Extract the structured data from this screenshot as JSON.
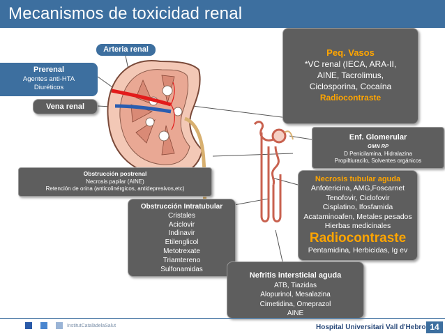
{
  "slide": {
    "title": "Mecanismos de toxicidad renal",
    "page_number": "14"
  },
  "labels": {
    "arteria_renal": "Arteria renal",
    "vena_renal": "Vena renal"
  },
  "prerenal": {
    "heading": "Prerenal",
    "line1": "Agentes anti-HTA",
    "line2": "Diuréticos"
  },
  "peq_vasos": {
    "heading": "Peq. Vasos",
    "line1": "*VC renal (IECA, ARA-II,",
    "line2": "AINE, Tacrolimus,",
    "line3": "Ciclosporina, Cocaína",
    "highlight": "Radiocontraste"
  },
  "glomerular": {
    "heading": "Enf. Glomerular",
    "sub": "GMN RP",
    "line1": "D Penicilamina, Hidralazina",
    "line2": "Propiltiuracilo, Solventes orgánicos"
  },
  "postrenal": {
    "heading": "Obstrucción postrenal",
    "line1": "Necrosis papilar (AINE)",
    "line2": "Retención de orina (anticolinérgicos, antidepresivos,etc)"
  },
  "necrosis": {
    "heading": "Necrosis tubular aguda",
    "line1": "Anfotericina, AMG,Foscarnet",
    "line2": "Tenofovir, Ciclofovir",
    "line3": "Cisplatino, Ifosfamida",
    "line4": "Acataminoafen, Metales pesados",
    "line5": "Hierbas medicinales",
    "highlight": "Radiocontraste",
    "line6": "Pentamidina, Herbicidas, Ig ev"
  },
  "intratubular": {
    "heading": "Obstrucción Intratubular",
    "items": [
      "Cristales",
      "Aciclovir",
      "Indinavir",
      "Etilenglicol",
      "Metotrexate",
      "Triamtereno",
      "Sulfonamidas"
    ]
  },
  "nefritis": {
    "heading": "Nefritis intersticial aguda",
    "items": [
      "ATB, Tiazidas",
      "Alopurinol, Mesalazina",
      "Cimetidina, Omeprazol",
      "AINE"
    ]
  },
  "footer": {
    "institute": "InstitutCatalàdelaSalut",
    "hospital": "Hospital Universitari Vall d'Hebron"
  },
  "colors": {
    "title_bar": "#3d6f9f",
    "box_grey": "#5e5e5e",
    "red_highlight": "#ff0000",
    "orange_heading": "#ffa500",
    "artery": "#e21b1b",
    "vein": "#2a5db0"
  }
}
